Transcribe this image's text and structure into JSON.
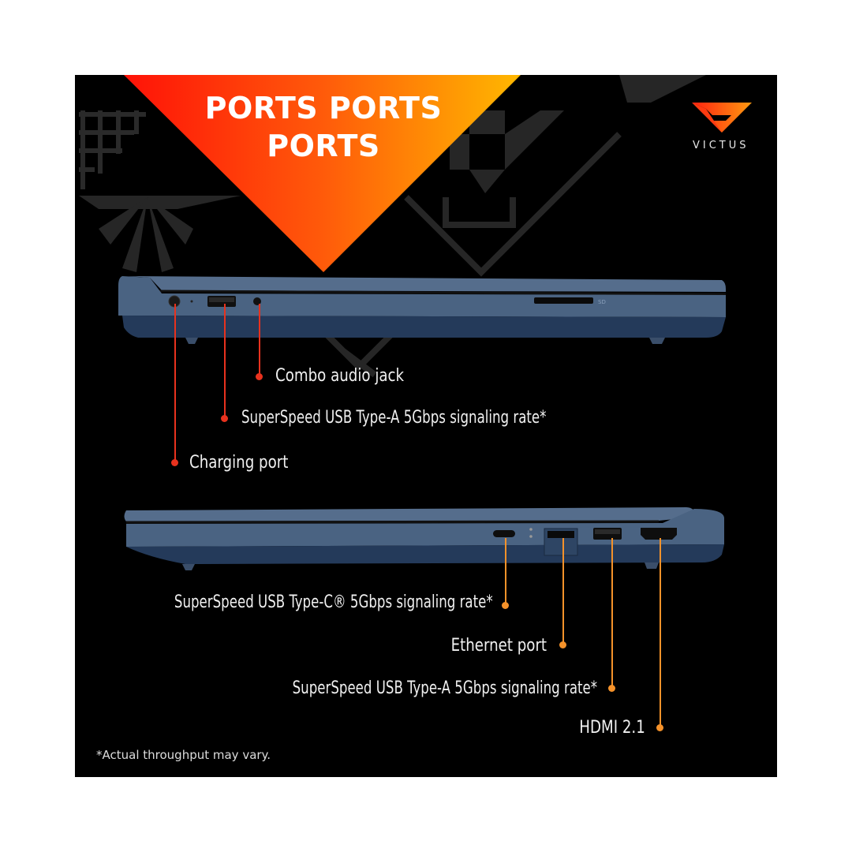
{
  "headline": {
    "line1": "PORTS PORTS",
    "line2": "PORTS",
    "gradient_start": "#ff1a0a",
    "gradient_end": "#ffb400"
  },
  "brand": {
    "name": "VICTUS",
    "logo_icon": "victus-v-logo-icon"
  },
  "laptop_left_side": {
    "sd_label": "SD",
    "ports": [
      {
        "label": "Combo audio jack",
        "icon": "audio-jack-icon"
      },
      {
        "label": "SuperSpeed USB Type-A 5Gbps signaling rate*",
        "icon": "usb-a-icon"
      },
      {
        "label": "Charging port",
        "icon": "power-port-icon"
      }
    ],
    "callout_color": "#e8321e"
  },
  "laptop_right_side": {
    "ports": [
      {
        "label": "SuperSpeed USB Type-C® 5Gbps signaling rate*",
        "icon": "usb-c-icon"
      },
      {
        "label": "Ethernet port",
        "icon": "ethernet-icon"
      },
      {
        "label": "SuperSpeed USB Type-A 5Gbps signaling rate*",
        "icon": "usb-a-icon"
      },
      {
        "label": "HDMI 2.1",
        "icon": "hdmi-icon"
      }
    ],
    "callout_color": "#f5922a"
  },
  "footnote": "*Actual throughput may vary.",
  "colors": {
    "background": "#000000",
    "laptop_body": "#3d5573",
    "laptop_bottom": "#1f3352",
    "deco_gray": "#2a2a2a"
  }
}
